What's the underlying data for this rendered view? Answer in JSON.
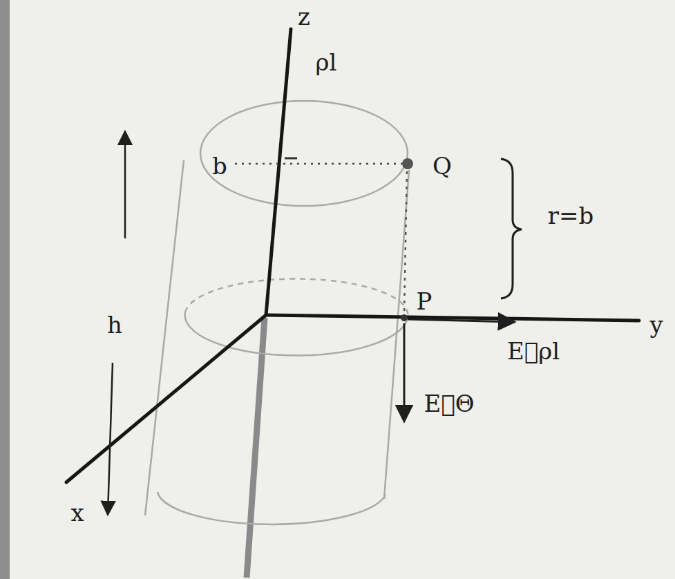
{
  "diagram": {
    "labels": [
      "z",
      "ρl",
      "b",
      "Q",
      "r=b",
      "h",
      "P",
      "y",
      "x",
      "E⃗ρl",
      "E⃗Θ"
    ]
  }
}
